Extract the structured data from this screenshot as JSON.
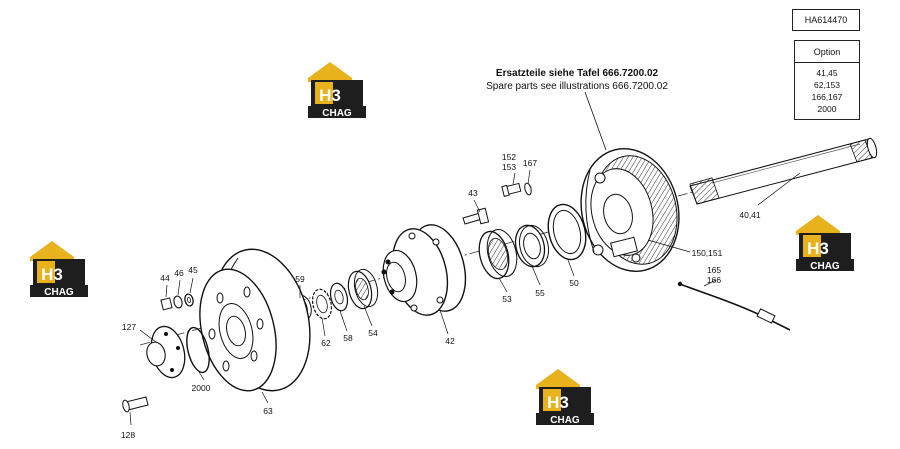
{
  "doc_number": "HA614470",
  "option": {
    "header": "Option",
    "items": [
      "41,45",
      "62,153",
      "166,167",
      "2000"
    ]
  },
  "note": {
    "german": "Ersatzteile siehe Tafel 666.7200.02",
    "english": "Spare parts see illustrations 666.7200.02"
  },
  "logo_text": "CHAG",
  "logo_mark": "H3",
  "callouts": {
    "c152_153": [
      "152",
      "153"
    ],
    "c167": "167",
    "c43": "43",
    "c40_41": "40,41",
    "c150_151": "150,151",
    "c165_166": [
      "165",
      "166"
    ],
    "c44": "44",
    "c46": "46",
    "c45": "45",
    "c59": "59",
    "c127": "127",
    "c62": "62",
    "c58": "58",
    "c54": "54",
    "c53": "53",
    "c55": "55",
    "c50": "50",
    "c42": "42",
    "c2000": "2000",
    "c63": "63",
    "c128": "128"
  }
}
